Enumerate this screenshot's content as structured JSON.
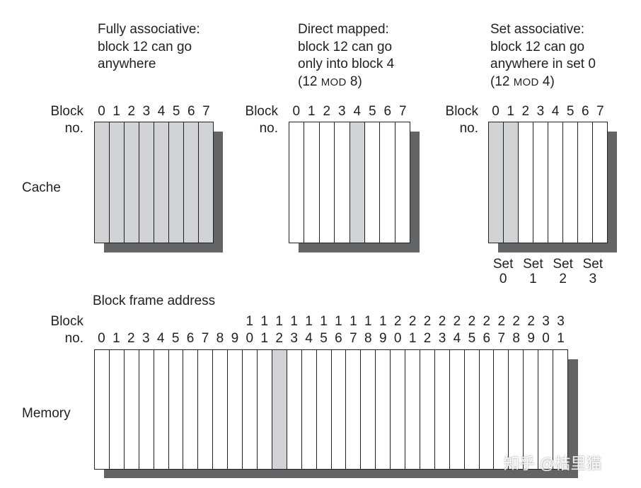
{
  "colors": {
    "highlight": "#d1d3d4",
    "shadow": "#636466",
    "line": "#231f20"
  },
  "panels": [
    {
      "id": "fully",
      "heading": [
        "Fully associative:",
        "block 12 can go",
        "anywhere"
      ],
      "block_label": [
        "Block",
        "no."
      ],
      "block_numbers": [
        "0",
        "1",
        "2",
        "3",
        "4",
        "5",
        "6",
        "7"
      ],
      "highlighted": [
        0,
        1,
        2,
        3,
        4,
        5,
        6,
        7
      ]
    },
    {
      "id": "direct",
      "heading": [
        "Direct mapped:",
        "block 12 can go",
        "only into block 4",
        "(12 |MOD| 8)"
      ],
      "block_label": [
        "Block",
        "no."
      ],
      "block_numbers": [
        "0",
        "1",
        "2",
        "3",
        "4",
        "5",
        "6",
        "7"
      ],
      "highlighted": [
        4
      ]
    },
    {
      "id": "set",
      "heading": [
        "Set associative:",
        "block 12 can go",
        "anywhere in set 0",
        "(12 |MOD| 4)"
      ],
      "block_label": [
        "Block",
        "no."
      ],
      "block_numbers": [
        "0",
        "1",
        "2",
        "3",
        "4",
        "5",
        "6",
        "7"
      ],
      "highlighted": [
        0,
        1
      ],
      "sets": [
        {
          "line1": "Set",
          "line2": "0"
        },
        {
          "line1": "Set",
          "line2": "1"
        },
        {
          "line1": "Set",
          "line2": "2"
        },
        {
          "line1": "Set",
          "line2": "3"
        }
      ]
    }
  ],
  "cache_label": "Cache",
  "memory": {
    "label": "Memory",
    "frame_label": "Block frame address",
    "block_label": [
      "Block",
      "no."
    ],
    "block_count": 32,
    "highlighted": [
      12
    ]
  },
  "watermark": "知乎 @桔里猫"
}
